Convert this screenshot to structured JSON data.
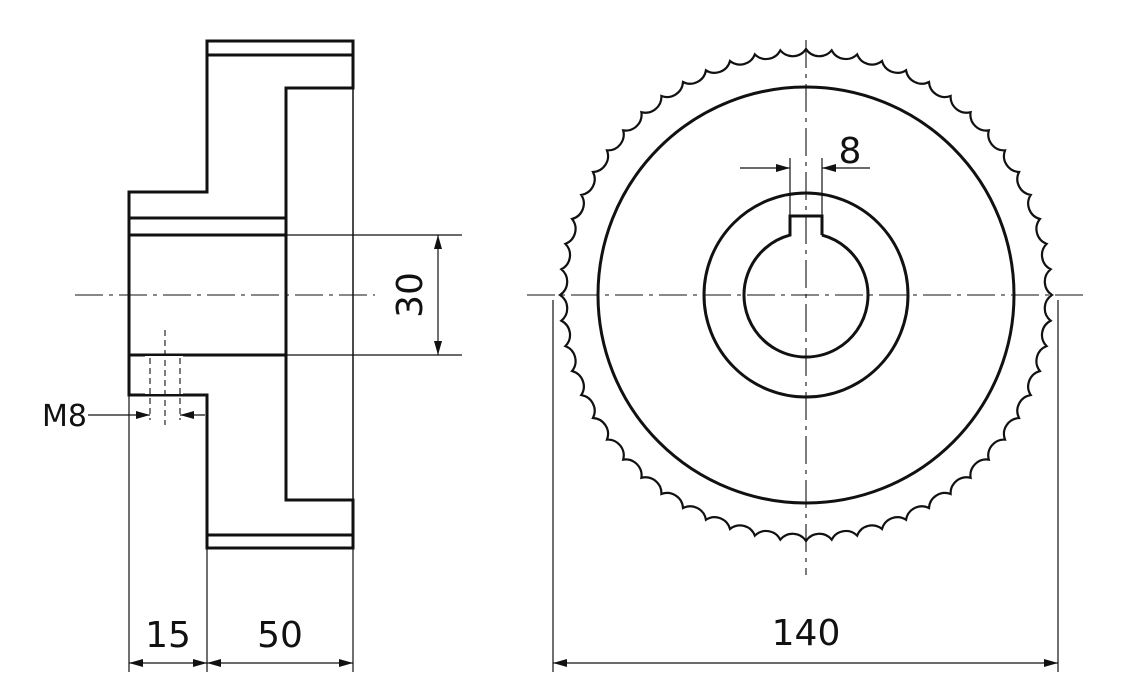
{
  "drawing": {
    "side_view": {
      "thread_label": "M8",
      "hub_length": "15",
      "flange_width": "50",
      "bore_diameter": "30"
    },
    "front_view": {
      "key_width": "8",
      "outer_diameter": "140",
      "tooth_count": 60
    },
    "colors": {
      "line": "#111111",
      "band": "#c8c8c8"
    }
  }
}
